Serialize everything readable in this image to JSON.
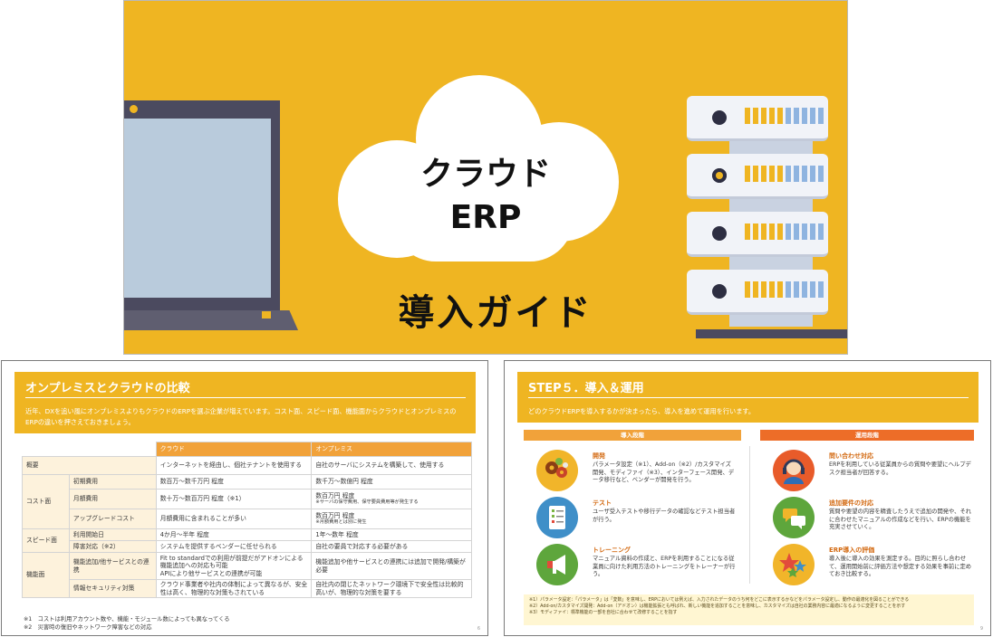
{
  "cover": {
    "cloud_line1": "クラウド",
    "cloud_line2": "ERP",
    "title": "導入ガイド",
    "colors": {
      "background": "#EFB522",
      "laptop": "#4B4A5F",
      "screen": "#B9CBDC",
      "server": "#F1F3F8",
      "bar_orange": "#EFB522",
      "bar_blue": "#8FB4E0"
    }
  },
  "comparison_slide": {
    "title": "オンプレミスとクラウドの比較",
    "lead": "近年、DXを追い風にオンプレミスよりもクラウドのERPを選ぶ企業が増えています。コスト面、スピード面、機能面からクラウドとオンプレミスのERPの違いを押さえておきましょう。",
    "col_cloud": "クラウド",
    "col_onprem": "オンプレミス",
    "rows": {
      "overview": {
        "cat": "概要",
        "cloud": "インターネットを経由し、個社テナントを使用する",
        "onprem": "自社のサーバにシステムを構築して、使用する"
      },
      "initial": {
        "cat": "コスト面",
        "sub": "初期費用",
        "cloud": "数百万～数千万円 程度",
        "onprem": "数千万～数億円 程度"
      },
      "monthly": {
        "sub": "月額費用",
        "cloud": "数十万～数百万円 程度（※1）",
        "onprem": "数百万円 程度",
        "onprem_note": "※サーバの保守費用、保守要員費用等が発生する"
      },
      "upgrade": {
        "sub": "アップグレードコスト",
        "cloud": "月額費用に含まれることが多い",
        "onprem": "数百万円 程度",
        "onprem_note": "※月額費用とは別に発生"
      },
      "start": {
        "cat": "スピード面",
        "sub": "利用開始日",
        "cloud": "4か月～半年 程度",
        "onprem": "1年～数年 程度"
      },
      "failure": {
        "sub": "障害対応（※2）",
        "cloud": "システムを提供するベンダーに任せられる",
        "onprem": "自社の要員で対応する必要がある"
      },
      "integration": {
        "cat": "機能面",
        "sub": "機能追加/他サービスとの連携",
        "cloud_line1": "Fit to standardでの利用が前提だがアドオンによる機能追加への対応も可能",
        "cloud_line2": "APIにより他サービスとの連携が可能",
        "onprem": "機能追加や他サービスとの連携には追加で開発/構築が必要"
      },
      "security": {
        "sub": "情報セキュリティ対策",
        "cloud": "クラウド事業者や社内の体制によって異なるが、安全性は高く、物理的な対策もされている",
        "onprem": "自社内の閉じたネットワーク環境下で安全性は比較的高いが、物理的な対策を要する"
      }
    },
    "footnote1": "※1　コストは利用アカウント数や、機能・モジュール数によっても異なってくる",
    "footnote2": "※2　災害時の復旧やネットワーク障害などの対応",
    "page": "6"
  },
  "step_slide": {
    "title": "STEP５．導入＆運用",
    "lead": "どのクラウドERPを導入するかが決まったら、導入を進めて運用を行います。",
    "left_head": "導入段階",
    "right_head": "運用段階",
    "items": [
      {
        "title": "開発",
        "desc": "パラメータ設定（※1）、Add-on（※2）/カスタマイズ開発、モディファイ（※3）、インターフェース開発、データ移行など、ベンダーが開発を行う。",
        "icon": "gears-icon"
      },
      {
        "title": "テスト",
        "desc": "ユーザ受入テストや移行データの確認などテスト担当者が行う。",
        "icon": "checklist-icon"
      },
      {
        "title": "トレーニング",
        "desc": "マニュアル資料の作成と、ERPを利用することになる従業員に向けた利用方法のトレーニングをトレーナーが行う。",
        "icon": "megaphone-icon"
      },
      {
        "title": "問い合わせ対応",
        "desc": "ERPを利用している従業員からの質問や要望にヘルプデスク担当者が回答する。",
        "icon": "headset-icon"
      },
      {
        "title": "追加要件の対応",
        "desc": "質問や要望の内容を精査したうえで追加の開発や、それに合わせたマニュアルの作成などを行い、ERPの機能を充実させていく。",
        "icon": "chat-icon"
      },
      {
        "title": "ERP導入の評価",
        "desc": "導入後に導入の効果を測定する。目的に照らし合わせて、運用開始前に評価方法や想定する効果を事前に定めておき比較する。",
        "icon": "stars-icon"
      }
    ],
    "note1": "※1）パラメータ設定：「パラメータ」は「変数」を意味し、ERPにおいては例えば、入力されたデータのうち何をどこに表示するかなどをパラメータ設定し、動作の最適化を図ることができる",
    "note2": "※2）Add-on/カスタマイズ開発：Add-on（アドオン）は機能拡張とも呼ばれ、新しい機能を追加することを意味し、カスタマイズは自社の業務内容に最適になるように変更することを示す",
    "note3": "※3）モディファイ：標準機能の一部を自社に合わせて改修することを指す",
    "page": "9"
  }
}
